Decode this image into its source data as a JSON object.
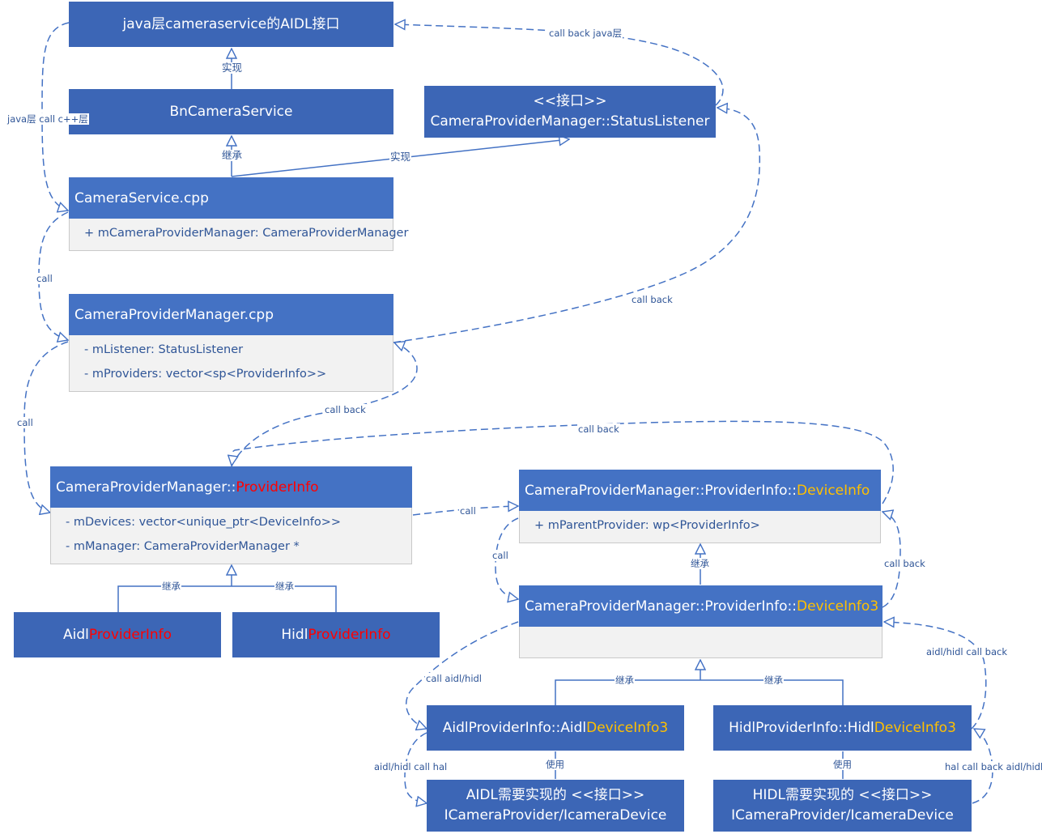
{
  "boxes": {
    "aidl_java": "java层cameraservice的AIDL接口",
    "bn": "BnCameraService",
    "status_listener_line1": "<<接口>>",
    "status_listener_line2": "CameraProviderManager::StatusListener",
    "cameraservice_title": "CameraService.cpp",
    "cameraservice_member1": "+ mCameraProviderManager: CameraProviderManager",
    "cpm_title": "CameraProviderManager.cpp",
    "cpm_member1": "- mListener: StatusListener",
    "cpm_member2": "- mProviders: vector<sp<ProviderInfo>>",
    "pi_title_prefix": "CameraProviderManager::",
    "pi_title_hl": "ProviderInfo",
    "pi_member1": "- mDevices: vector<unique_ptr<DeviceInfo>>",
    "pi_member2": "- mManager: CameraProviderManager *",
    "aidl_pi_prefix": "Aidl",
    "aidl_pi_hl": "ProviderInfo",
    "hidl_pi_prefix": "Hidl",
    "hidl_pi_hl": "ProviderInfo",
    "di_title_prefix": "CameraProviderManager::ProviderInfo::",
    "di_title_hl": "DeviceInfo",
    "di_member1": "+ mParentProvider: wp<ProviderInfo>",
    "di3_title_prefix": "CameraProviderManager::ProviderInfo::",
    "di3_title_hl": "DeviceInfo3",
    "aidl_di3_prefix": "AidlProviderInfo::Aidl",
    "aidl_di3_hl": "DeviceInfo3",
    "hidl_di3_prefix": "HidlProviderInfo::Hidl",
    "hidl_di3_hl": "DeviceInfo3",
    "aidl_iface_line1": "AIDL需要实现的 <<接口>>",
    "aidl_iface_line2": "ICameraProvider/IcameraDevice",
    "hidl_iface_line1": "HIDL需要实现的 <<接口>>",
    "hidl_iface_line2": "ICameraProvider/IcameraDevice"
  },
  "labels": {
    "impl1": "实现",
    "inherit1": "继承",
    "impl2": "实现",
    "java_call_cpp": "java层 call c++层",
    "callback_java": "call back java层",
    "call_left1": "call",
    "callback_right1": "call back",
    "call_left2": "call",
    "callback_mid": "call back",
    "callback_top": "call back",
    "call_pi_di": "call",
    "inherit_aidl_pi": "继承",
    "inherit_hidl_pi": "继承",
    "call_di_di3": "call",
    "inherit_di3": "继承",
    "callback_di3_di": "call back",
    "aidl_hidl_callback": "aidl/hidl call back",
    "call_aidl_hidl": "call aidl/hidl",
    "inherit_aidl_di3": "继承",
    "inherit_hidl_di3": "继承",
    "use_aidl": "使用",
    "use_hidl": "使用",
    "aidl_hidl_call_hal": "aidl/hidl call hal",
    "hal_callback": "hal call back aidl/hidl"
  },
  "colors": {
    "dark_box": "#3c66b6",
    "class_header": "#4472c4",
    "member_text": "#2f5597",
    "highlight_red": "#ff0000",
    "highlight_orange": "#ffc000",
    "connector": "#4472c4"
  }
}
